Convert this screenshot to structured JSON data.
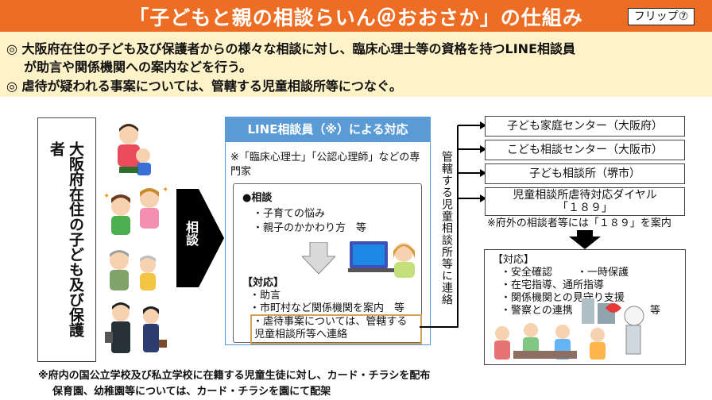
{
  "header": {
    "title": "「子どもと親の相談らいん＠おおさか」の仕組み",
    "flip_badge": "フリップ⑦"
  },
  "summary": {
    "line1": "◎ 大阪府在住の子ども及び保護者からの様々な相談に対し、臨床心理士等の資格を持つLINE相談員",
    "line2": "が助言や関係機関への案内などを行う。",
    "line3": "◎ 虐待が疑われる事案については、管轄する児童相談所等につなぐ。"
  },
  "left_panel": {
    "label": "大阪府在住の子ども及び保護者"
  },
  "arrow": {
    "label": "相談"
  },
  "center_panel": {
    "header": "LINE相談員（※）による対応",
    "note": "※「臨床心理士」「公認心理師」などの専門家",
    "consult_heading": "●相談",
    "consult_items": [
      "・子育ての悩み",
      "・親子のかかわり方　等"
    ],
    "response_heading": "【対応】",
    "response_items": [
      "・助言",
      "・市町村など関係機関を案内　等"
    ],
    "abuse_line1": "・虐待事案については、管轄する",
    "abuse_line2": "児童相談所等へ連絡"
  },
  "connector": {
    "label": "管轄する児童相談所等に連絡"
  },
  "right_panel": {
    "boxes": [
      "子ども家庭センター（大阪府）",
      "こども相談センター（大阪市）",
      "子ども相談所（堺市）"
    ],
    "hotline_line1": "児童相談所虐待対応ダイヤル",
    "hotline_line2": "「１８９」",
    "note": "※府外の相談者等には「１８９」を案内",
    "response_heading": "【対応】",
    "response_col1": [
      "・安全確認",
      "・在宅指導、通所指導",
      "・関係機関との見守り支援",
      "・警察との連携"
    ],
    "response_col2_item": "・一時保護",
    "response_etc": "等"
  },
  "footnotes": {
    "line1": "※府内の国公立学校及び私立学校に在籍する児童生徒に対し、カード・チラシを配布",
    "line2": "保育園、幼稚園等については、カード・チラシを園にて配架"
  }
}
